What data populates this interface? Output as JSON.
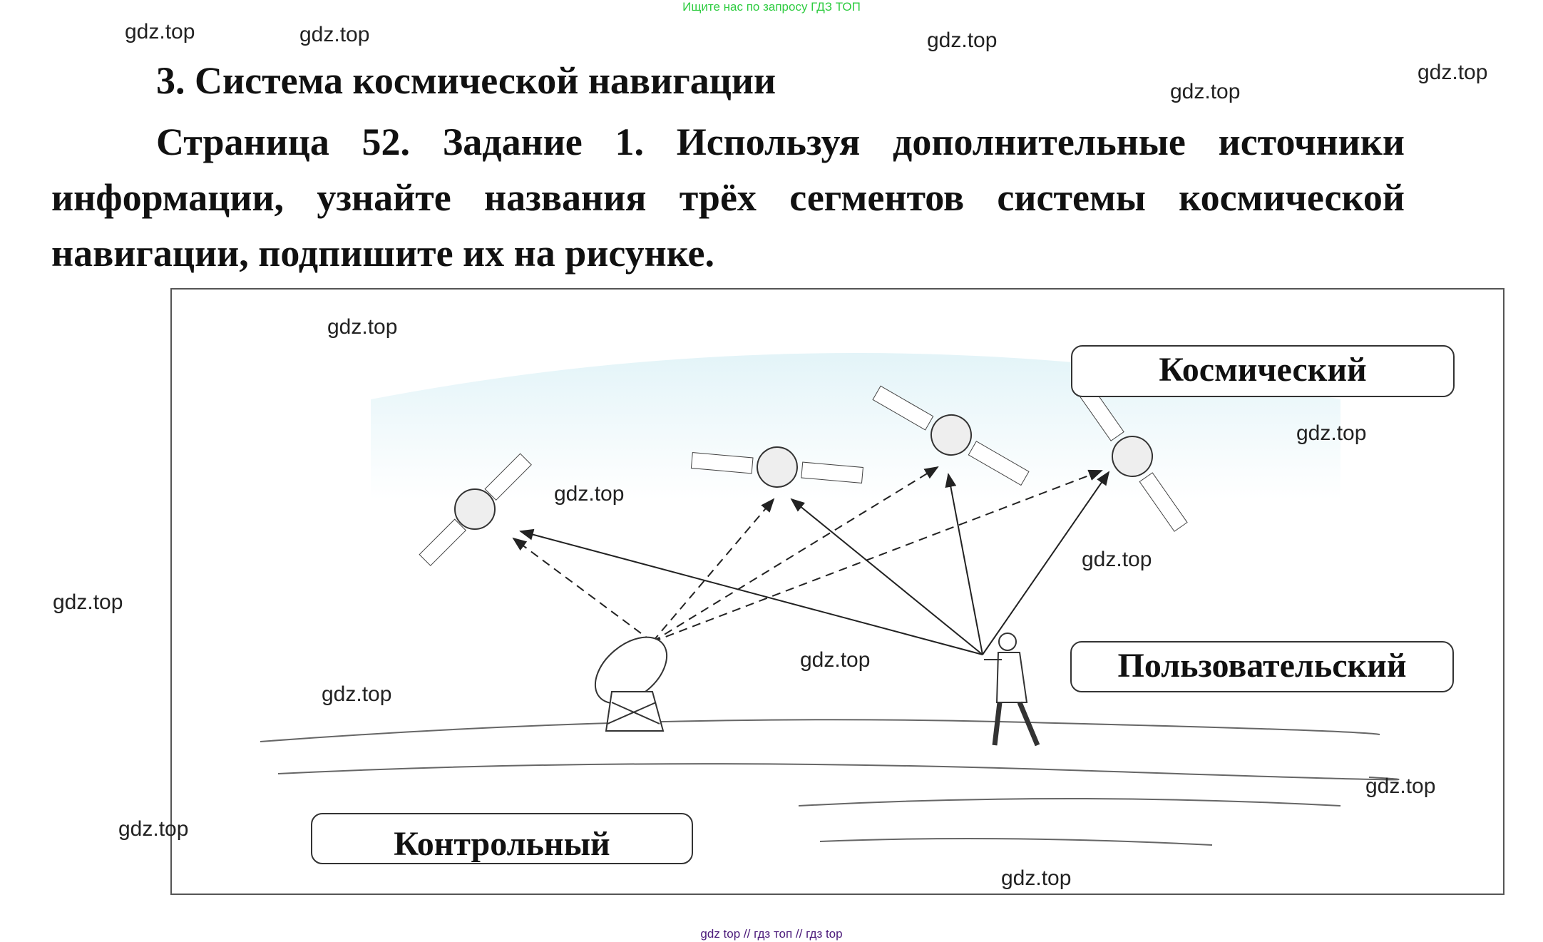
{
  "banner": "Ищите нас по запросу ГДЗ ТОП",
  "title": "3. Система космической навигации",
  "task": "Страница 52. Задание 1. Используя дополнительные источники информации, узнайте названия трёх сегментов системы космической навигации, подпишите их на рисунке.",
  "labels": {
    "space": "Космический",
    "user": "Пользовательский",
    "control": "Контрольный"
  },
  "watermark": "gdz.top",
  "footer": "gdz top  //  гдз топ  //  гдз top"
}
